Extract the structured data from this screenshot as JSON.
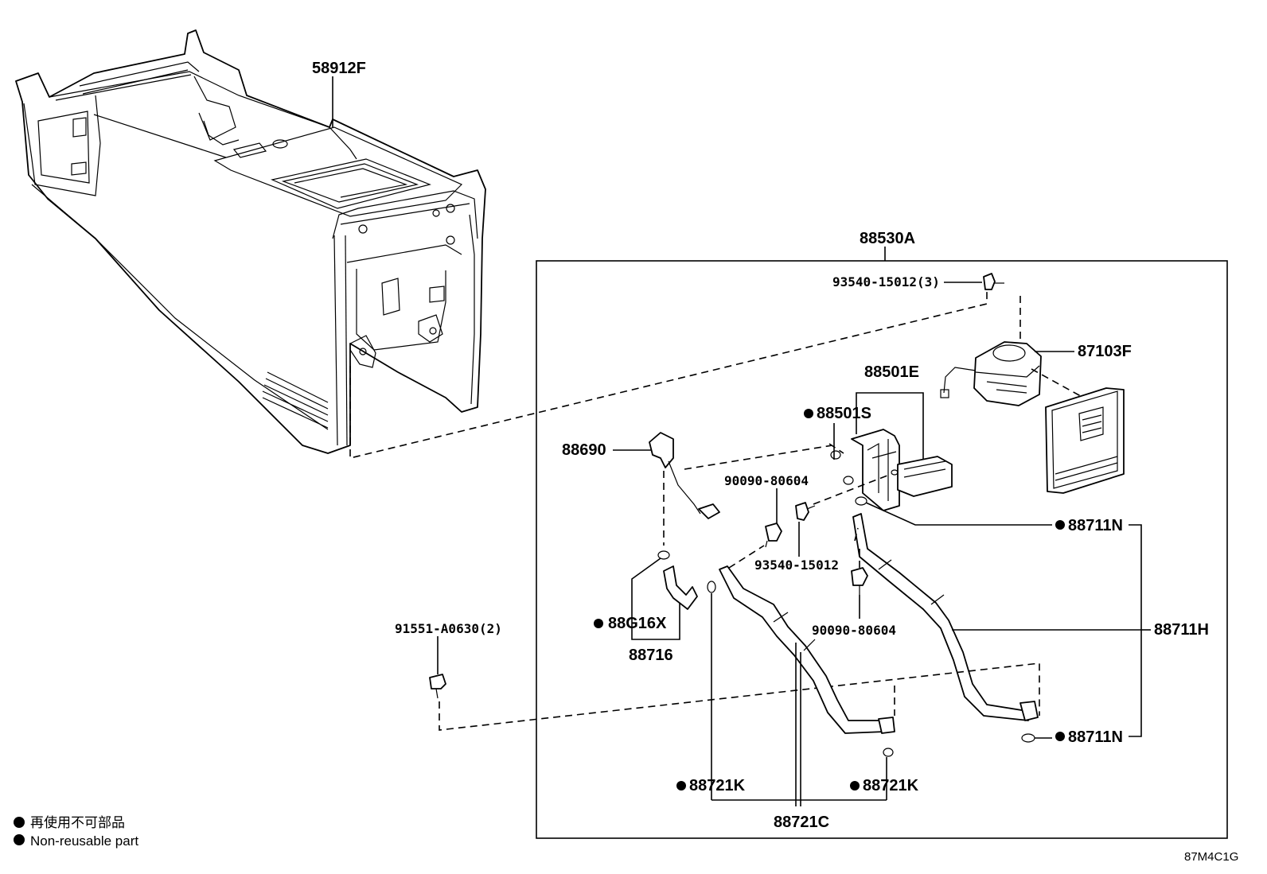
{
  "callouts": {
    "console_box": "58912F",
    "assembly": "88530A",
    "screw_x3": "93540-15012(3)",
    "blower": "87103F",
    "evaporator_sub": "88501E",
    "seal_s": "88501S",
    "sensor": "88690",
    "bolt_top": "90090-80604",
    "screw_single": "93540-15012",
    "oring_n_top": "88711N",
    "hose_h": "88711H",
    "oring_n_bottom": "88711N",
    "clip_screw_x2": "91551-A0630(2)",
    "oring_g16x": "88G16X",
    "tube_88716": "88716",
    "bolt_bottom": "90090-80604",
    "oring_k_left": "88721K",
    "oring_k_right": "88721K",
    "hose_c": "88721C"
  },
  "legend": {
    "line_jp": "再使用不可部品",
    "line_en": "Non-reusable part"
  },
  "diagram_code": "87M4C1G"
}
